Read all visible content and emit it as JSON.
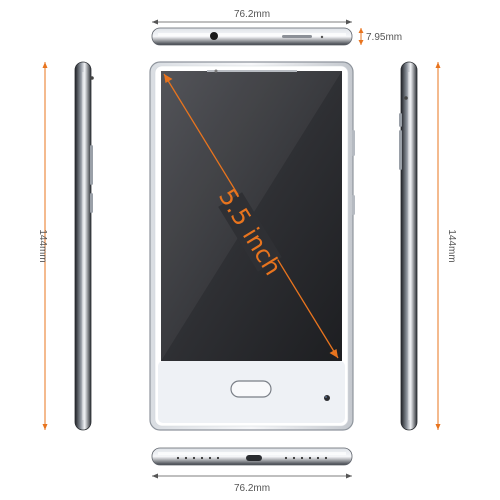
{
  "dimensions": {
    "width_top": "76.2mm",
    "width_bottom": "76.2mm",
    "thickness": "7.95mm",
    "height_left": "144mm",
    "height_right": "144mm",
    "screen_diagonal": "5.5 inch"
  },
  "colors": {
    "accent": "#e8741e",
    "dimension_line": "#555555",
    "frame": "#c9cdd3",
    "screen": "#2f3034",
    "bottom_bezel": "#eef1f5"
  }
}
